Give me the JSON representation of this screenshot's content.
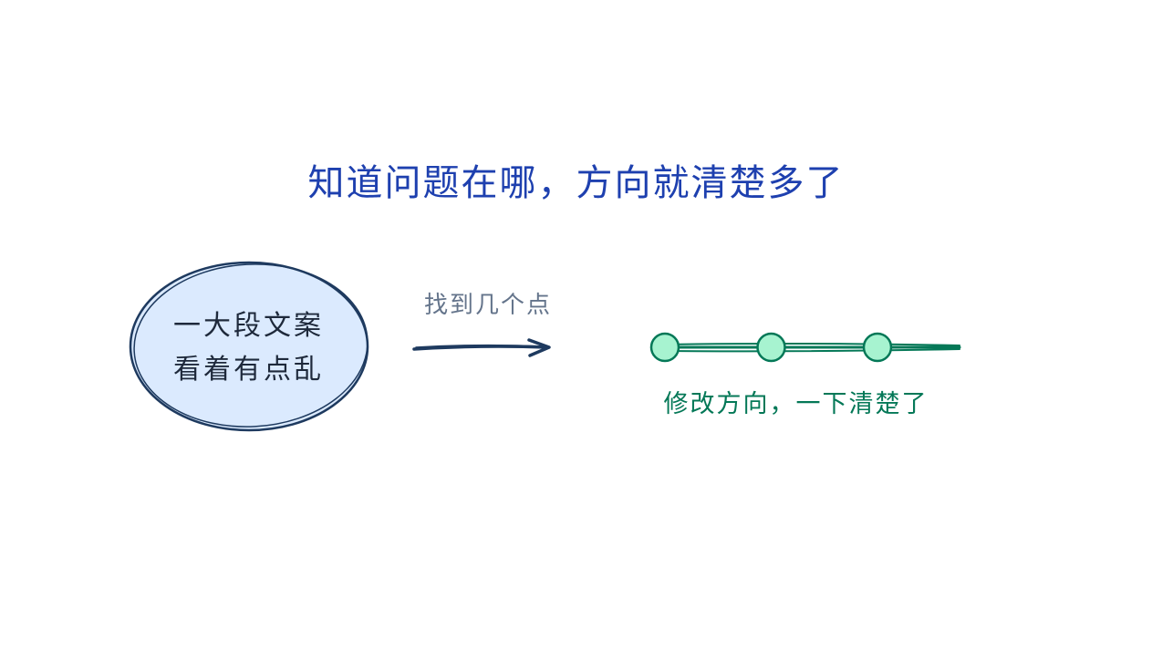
{
  "title": "知道问题在哪，方向就清楚多了",
  "blob": {
    "line1": "一大段文案",
    "line2": "看着有点乱"
  },
  "arrow": {
    "label": "找到几个点"
  },
  "result": {
    "label": "修改方向，一下清楚了",
    "node_count": 3
  },
  "colors": {
    "title": "#1e40af",
    "blob_fill": "#dbeafe",
    "blob_stroke": "#1e3a5f",
    "arrow": "#1e3a5f",
    "arrow_label": "#64748b",
    "result": "#047857",
    "node_fill": "#a7f3d0"
  }
}
